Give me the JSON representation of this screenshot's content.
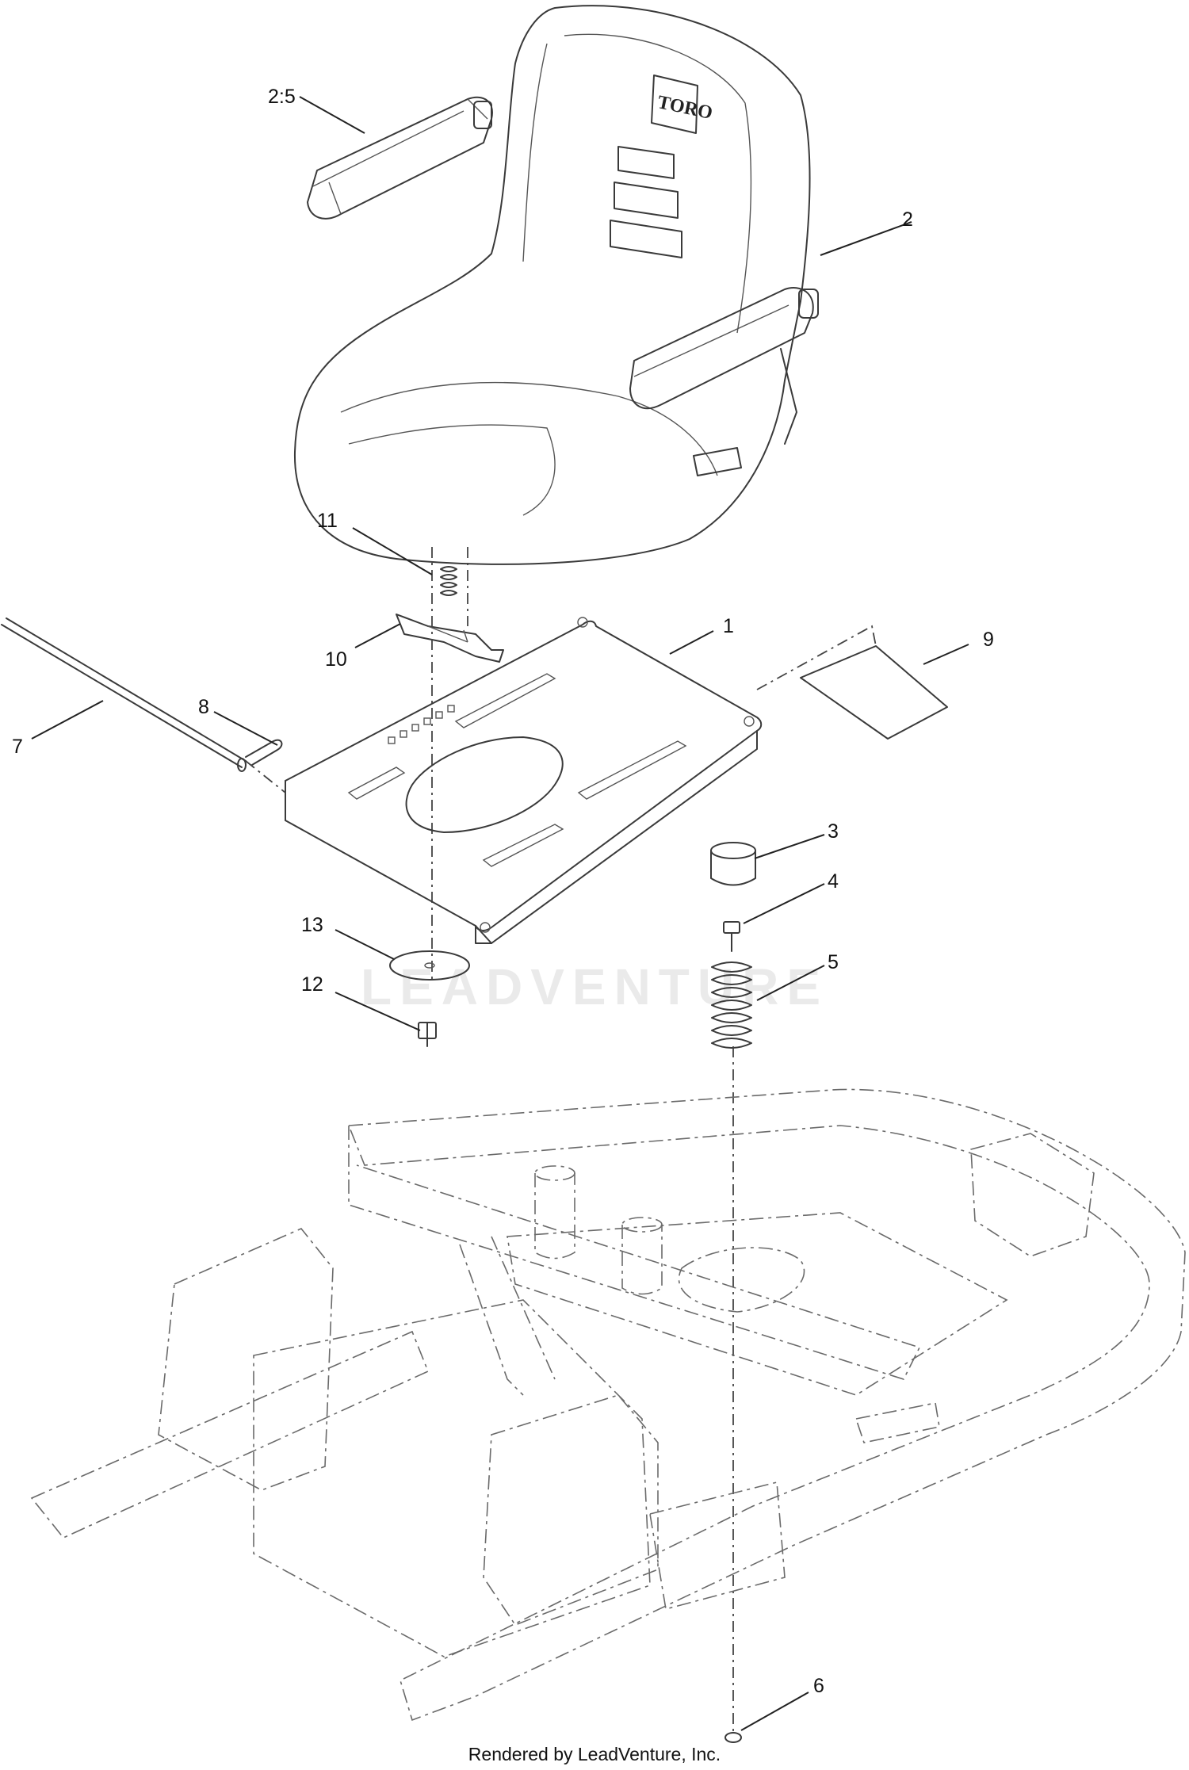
{
  "brand_logo_text": "TORO",
  "watermark_text": "LEADVENTURE",
  "footer_text": "Rendered by LeadVenture, Inc.",
  "callouts": [
    {
      "id": "2-5",
      "label": "2:5"
    },
    {
      "id": "2",
      "label": "2"
    },
    {
      "id": "11",
      "label": "11"
    },
    {
      "id": "10",
      "label": "10"
    },
    {
      "id": "1",
      "label": "1"
    },
    {
      "id": "9",
      "label": "9"
    },
    {
      "id": "8",
      "label": "8"
    },
    {
      "id": "7",
      "label": "7"
    },
    {
      "id": "3",
      "label": "3"
    },
    {
      "id": "4",
      "label": "4"
    },
    {
      "id": "5",
      "label": "5"
    },
    {
      "id": "13",
      "label": "13"
    },
    {
      "id": "12",
      "label": "12"
    },
    {
      "id": "6",
      "label": "6"
    }
  ]
}
